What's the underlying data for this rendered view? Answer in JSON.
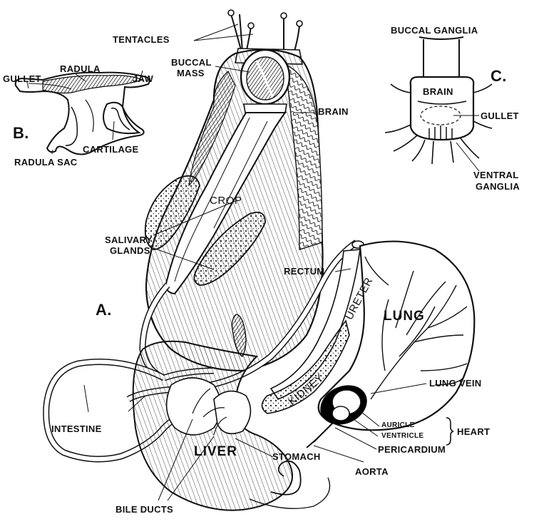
{
  "figure_labels": {
    "a": "A.",
    "b": "B.",
    "c": "C."
  },
  "part_b": {
    "gullet": "GULLET",
    "radula": "RADULA",
    "jaw": "JAW",
    "cartilage": "CARTILAGE",
    "radula_sac": "RADULA SAC"
  },
  "part_c": {
    "buccal_ganglia": "BUCCAL GANGLIA",
    "brain": "BRAIN",
    "gullet": "GULLET",
    "ventral_ganglia_line1": "VENTRAL",
    "ventral_ganglia_line2": "GANGLIA"
  },
  "part_a": {
    "tentacles": "TENTACLES",
    "buccal_mass_line1": "BUCCAL",
    "buccal_mass_line2": "MASS",
    "brain": "BRAIN",
    "crop": "CROP",
    "salivary_glands_line1": "SALIVARY",
    "salivary_glands_line2": "GLANDS",
    "rectum": "RECTUM",
    "ureter": "URETER",
    "lung": "LUNG",
    "kidney": "KIDNEY",
    "lung_vein": "LUNG VEIN",
    "auricle": "AURICLE",
    "ventricle": "VENTRICLE",
    "heart": "HEART",
    "pericardium": "PERICARDIUM",
    "aorta": "AORTA",
    "intestine": "INTESTINE",
    "liver": "LIVER",
    "stomach": "STOMACH",
    "bile_ducts": "BILE DUCTS"
  }
}
